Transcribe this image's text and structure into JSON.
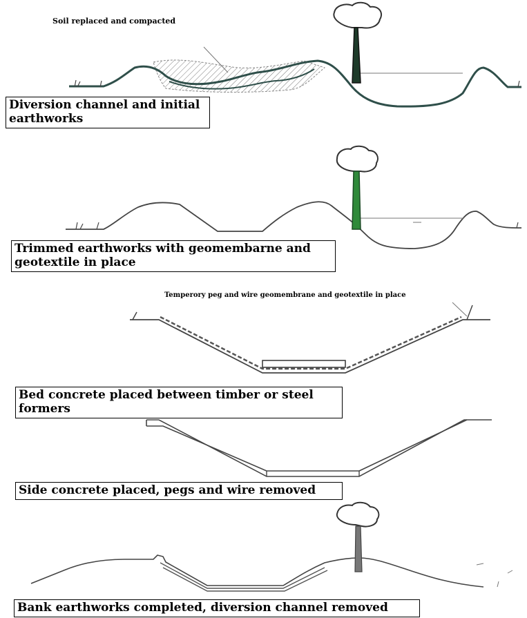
{
  "stages": [
    {
      "caption": "Diversion channel and initial earthworks"
    },
    {
      "caption": "Trimmed earthworks with geomembarne and geotextile in place"
    },
    {
      "caption": "Bed concrete placed between timber or steel formers"
    },
    {
      "caption": "Side concrete placed, pegs and wire removed"
    },
    {
      "caption": "Bank earthworks completed, diversion channel removed"
    }
  ],
  "annotations": {
    "soil": "Soil replaced and compacted",
    "peg_wire": "Temperory peg and wire geomembrane and geotextile in place"
  },
  "colors": {
    "ground": "#2f4f4a",
    "line": "#555555",
    "trunk": "#2f8a3a",
    "hatch": "#6a6a6a"
  }
}
